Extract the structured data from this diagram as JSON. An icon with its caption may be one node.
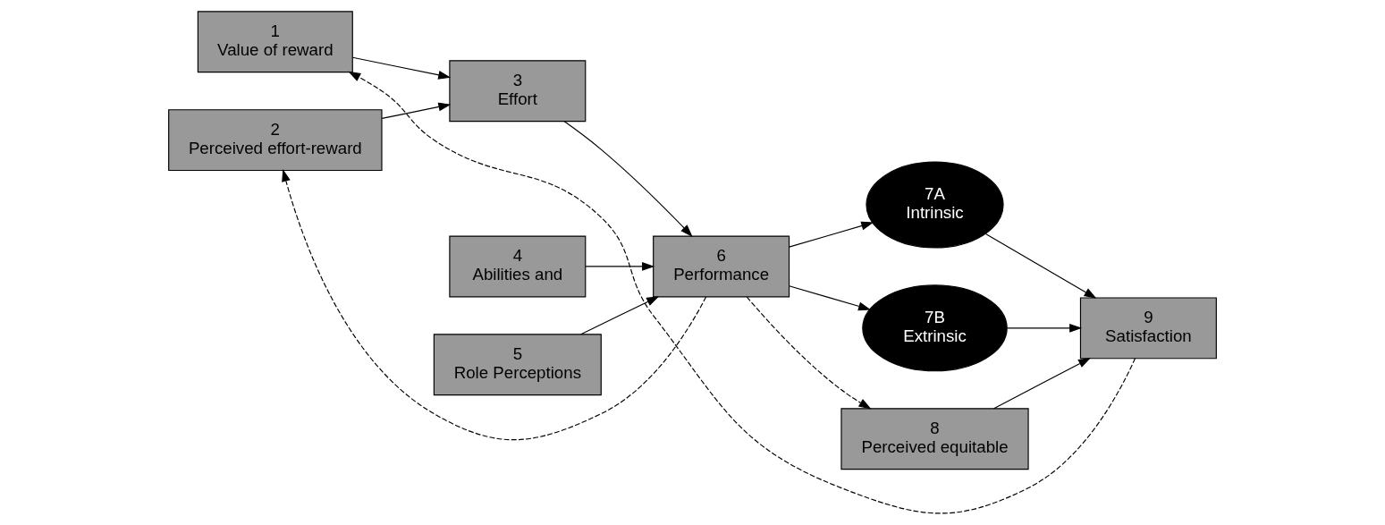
{
  "diagram": {
    "nodes": [
      {
        "text": [
          "1",
          "Value of reward"
        ]
      },
      {
        "text": [
          "2",
          "Perceived effort-reward"
        ]
      },
      {
        "text": [
          "3",
          "Effort"
        ]
      },
      {
        "text": [
          "4",
          "Abilities and"
        ]
      },
      {
        "text": [
          "5",
          "Role Perceptions"
        ]
      },
      {
        "text": [
          "6",
          "Performance"
        ]
      },
      {
        "text": [
          "7A",
          "Intrinsic"
        ]
      },
      {
        "text": [
          "7B",
          "Extrinsic"
        ]
      },
      {
        "text": [
          "8",
          "Perceived equitable"
        ]
      },
      {
        "text": [
          "9",
          "Satisfaction"
        ]
      }
    ],
    "edges": [
      {
        "from": 0,
        "to": 2,
        "arrow": "to"
      },
      {
        "from": 1,
        "to": 2,
        "arrow": "to"
      },
      {
        "from": 2,
        "to": 5,
        "arrow": "to"
      },
      {
        "from": 3,
        "to": 5,
        "arrow": "to"
      },
      {
        "from": 4,
        "to": 5,
        "arrow": "to"
      },
      {
        "from": 5,
        "to": 6,
        "arrow": "to"
      },
      {
        "from": 5,
        "to": 7,
        "arrow": "to"
      },
      {
        "from": 5,
        "to": 8,
        "arrow": "to",
        "style": "dashed"
      },
      {
        "from": 6,
        "to": 9,
        "arrow": "to"
      },
      {
        "from": 7,
        "to": 9,
        "arrow": "to"
      },
      {
        "from": 8,
        "to": 9,
        "arrow": "to"
      },
      {
        "from": 9,
        "to": 0,
        "arrow": "to",
        "style": "dashed"
      },
      {
        "from": 5,
        "to": 1,
        "arrow": "to",
        "style": "dashed"
      }
    ]
  }
}
